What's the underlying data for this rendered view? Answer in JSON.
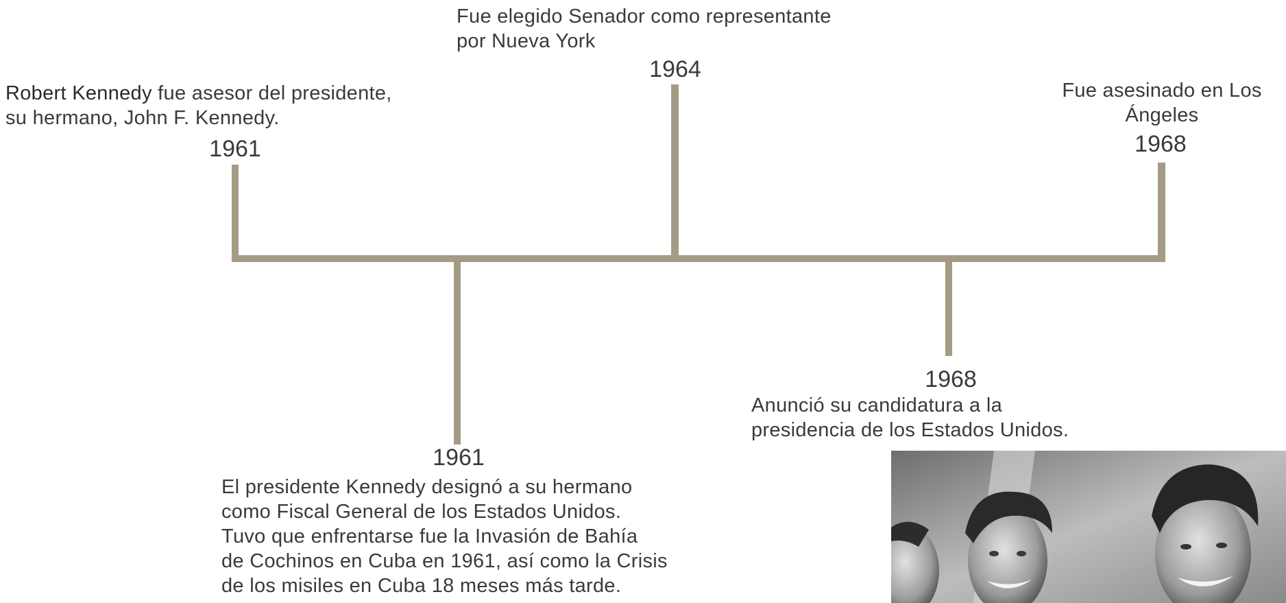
{
  "colors": {
    "timeline": "#a39b84",
    "text": "#3a3a3a"
  },
  "events": [
    {
      "id": "e1961-advisor",
      "year": "1961",
      "bold": "Robert Kennedy",
      "lines": [
        " fue asesor del presidente,",
        "su hermano, John F. Kennedy."
      ]
    },
    {
      "id": "e1964-senator",
      "year": "1964",
      "lines": [
        "Fue elegido Senador como representante",
        "por Nueva York"
      ]
    },
    {
      "id": "e1968-killed",
      "year": "1968",
      "lines": [
        "Fue asesinado  en Los",
        "Ángeles"
      ]
    },
    {
      "id": "e1961-attorney",
      "year": "1961",
      "lines": [
        "El presidente Kennedy designó a su hermano",
        "como Fiscal General de los Estados Unidos.",
        "Tuvo que enfrentarse fue la Invasión de Bahía",
        "de Cochinos en Cuba en 1961, así como la Crisis",
        "de los misiles en Cuba 18 meses más tarde."
      ]
    },
    {
      "id": "e1968-candidacy",
      "year": "1968",
      "lines": [
        "Anunció su candidatura a la",
        "presidencia de los Estados Unidos."
      ]
    }
  ],
  "photo": {
    "icon": "kennedy-brothers-photo"
  }
}
